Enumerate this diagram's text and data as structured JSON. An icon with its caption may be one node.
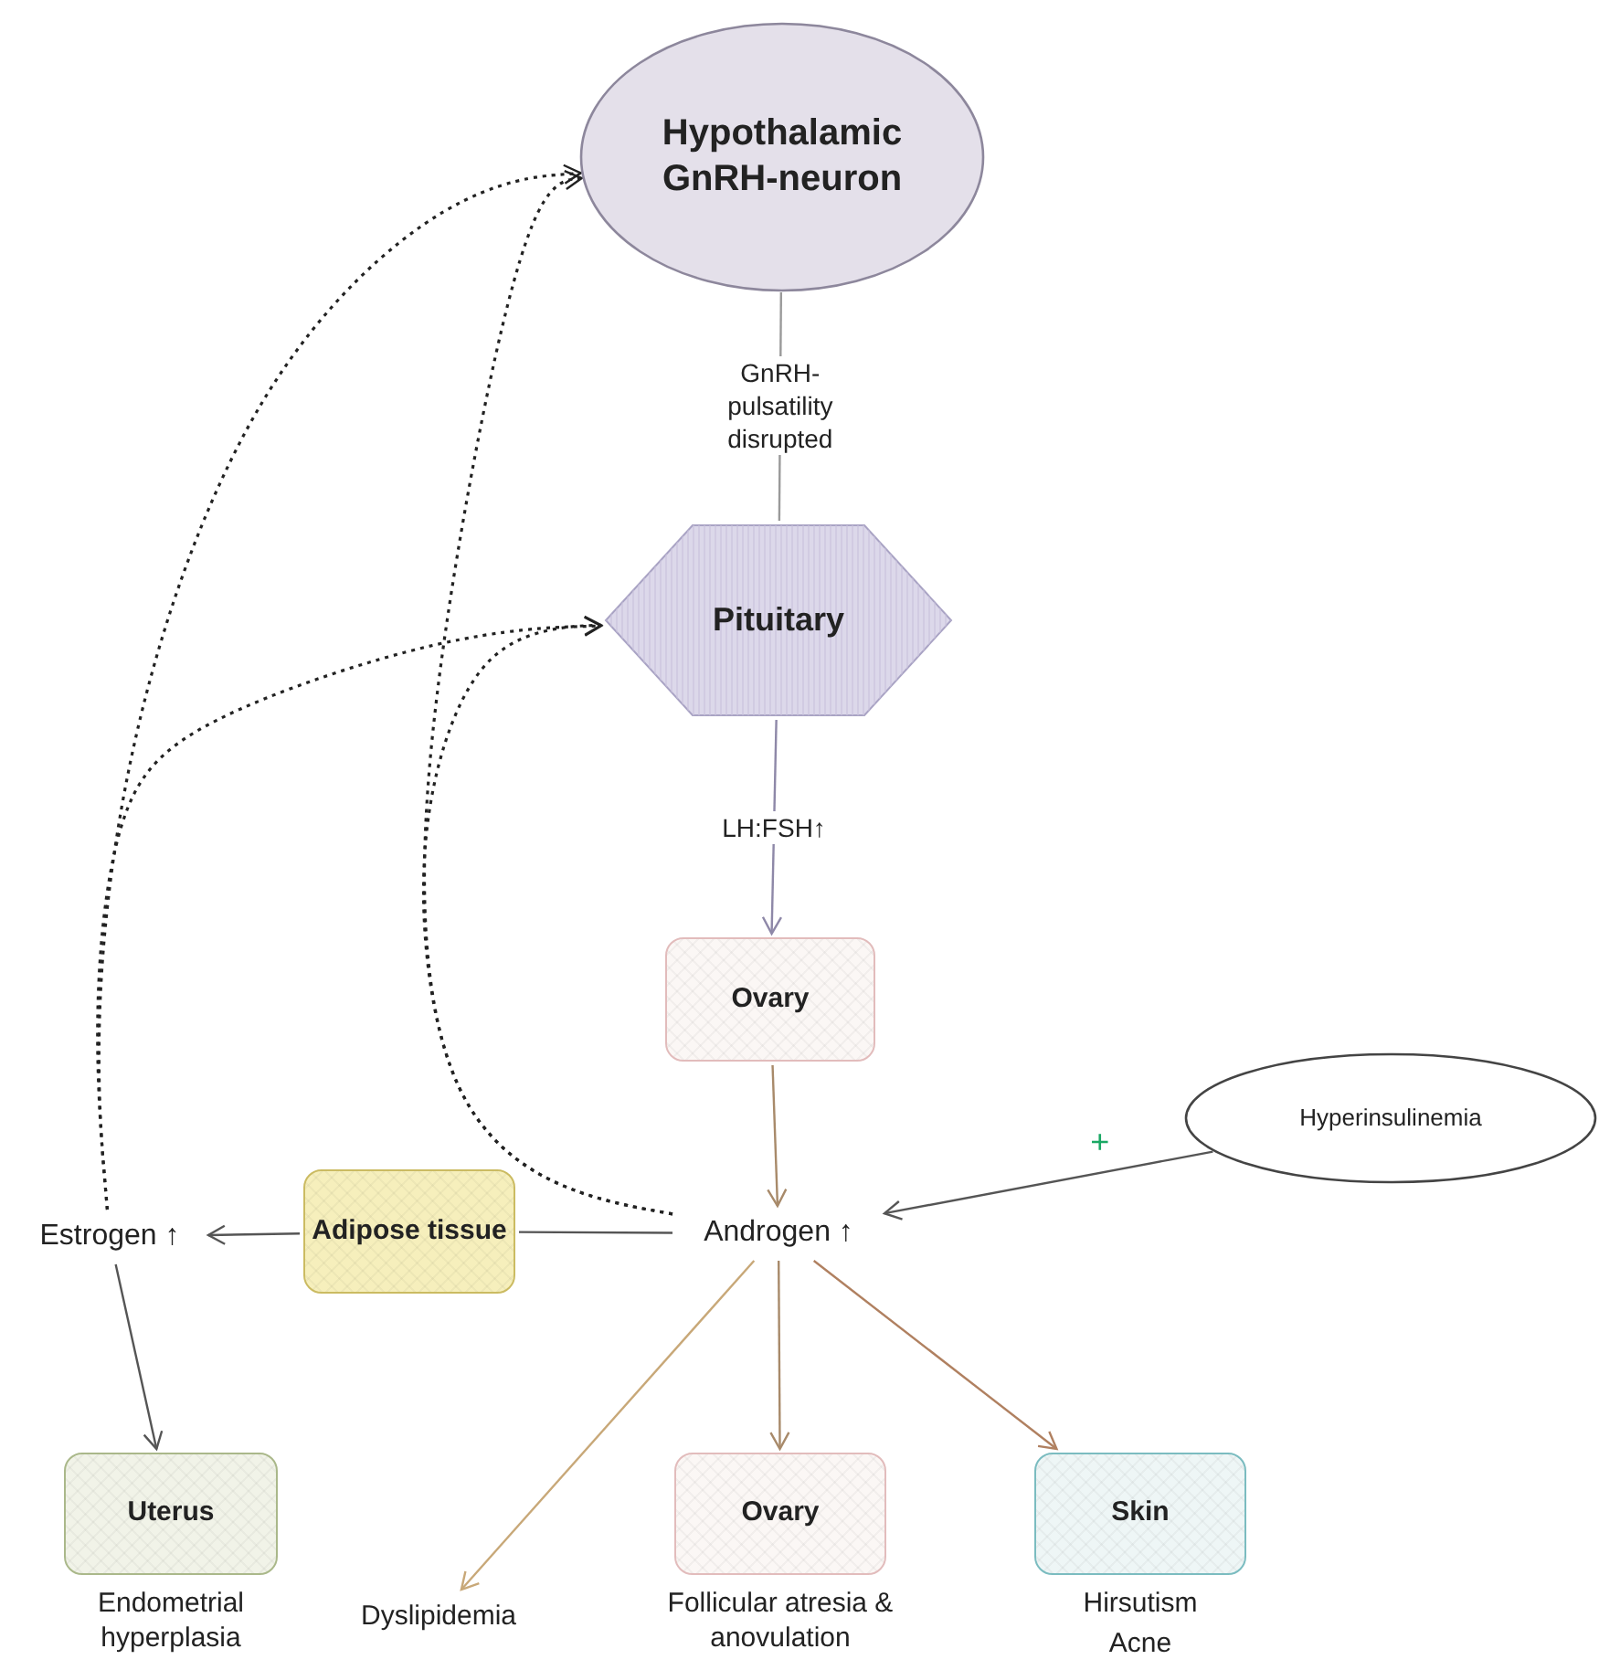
{
  "diagram": {
    "nodes": [
      {
        "text": [
          "Hypothalamic GnRH-neuron"
        ]
      },
      {
        "text": [
          "Pituitary"
        ]
      },
      {
        "text": [
          "Ovary"
        ]
      },
      {
        "text": [
          "Androgen ↑"
        ]
      },
      {
        "text": [
          "Hyperinsulinemia"
        ]
      },
      {
        "text": [
          "Adipose tissue"
        ]
      },
      {
        "text": [
          "Estrogen ↑"
        ]
      },
      {
        "text": [
          "Uterus"
        ],
        "beside": [
          "Endometrial hyperplasia"
        ]
      },
      {
        "text": [
          "Dyslipidemia"
        ]
      },
      {
        "text": [
          "Ovary"
        ],
        "beside": [
          "Follicular atresia & anovulation"
        ]
      },
      {
        "text": [
          "Skin"
        ],
        "beside": [
          "Hirsutism",
          "Acne"
        ]
      }
    ],
    "edges": [
      {
        "from": 0,
        "to": 1,
        "arrow": "none",
        "label": "GnRH- pulsatility disrupted",
        "color": "#9a9a9a"
      },
      {
        "from": 1,
        "to": 2,
        "arrow": "to",
        "label": "LH:FSH↑",
        "color": "#8e88a8"
      },
      {
        "from": 2,
        "to": 3,
        "arrow": "to",
        "color": "#a88a6a"
      },
      {
        "from": 4,
        "to": 3,
        "arrow": "to",
        "label": "+"
      },
      {
        "from": 3,
        "to": 5,
        "arrow": "none"
      },
      {
        "from": 5,
        "to": 6,
        "arrow": "to"
      },
      {
        "from": 6,
        "to": 7,
        "arrow": "to"
      },
      {
        "from": 3,
        "to": 8,
        "arrow": "to",
        "color": "#c8a878"
      },
      {
        "from": 3,
        "to": 9,
        "arrow": "to",
        "color": "#a88a6a"
      },
      {
        "from": 3,
        "to": 10,
        "arrow": "to",
        "color": "#b08060"
      },
      {
        "from": 6,
        "to": 0,
        "arrow": "to",
        "style": "dashed",
        "color": "#222222"
      },
      {
        "from": 6,
        "to": 1,
        "arrow": "to",
        "style": "dashed",
        "color": "#222222"
      },
      {
        "from": 3,
        "to": 0,
        "arrow": "to",
        "style": "dashed",
        "color": "#222222"
      },
      {
        "from": 3,
        "to": 1,
        "arrow": "to",
        "style": "dashed",
        "color": "#222222"
      }
    ]
  }
}
